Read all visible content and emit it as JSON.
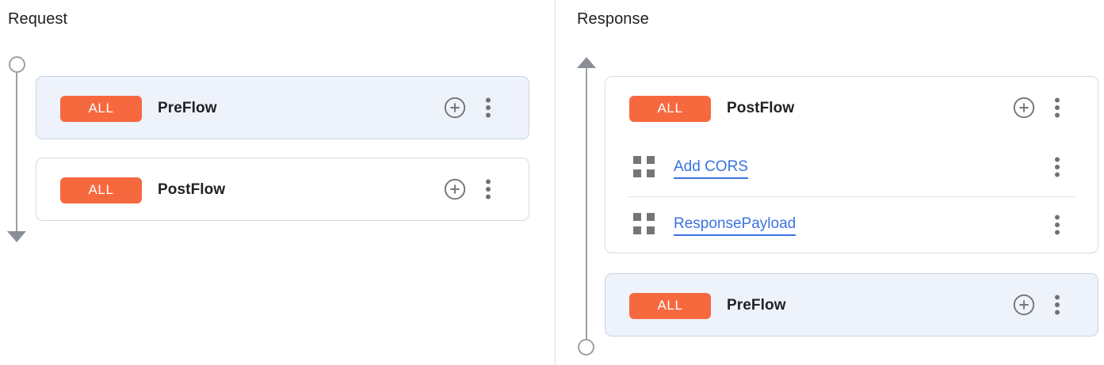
{
  "request": {
    "title": "Request",
    "cards": [
      {
        "badge": "ALL",
        "label": "PreFlow",
        "highlighted": true
      },
      {
        "badge": "ALL",
        "label": "PostFlow",
        "highlighted": false
      }
    ]
  },
  "response": {
    "title": "Response",
    "cards": [
      {
        "badge": "ALL",
        "label": "PostFlow",
        "highlighted": false,
        "policies": [
          {
            "name": "Add CORS"
          },
          {
            "name": "ResponsePayload"
          }
        ]
      },
      {
        "badge": "ALL",
        "label": "PreFlow",
        "highlighted": true
      }
    ]
  },
  "icons": {
    "add_step": "add-circle-icon",
    "menu": "more-vert-icon",
    "policy": "policy-grid-icon",
    "timeline_start": "circle-node",
    "timeline_end": "arrow-head"
  },
  "colors": {
    "badge_orange": "#f6693f",
    "highlight_card_bg": "#eef2fb",
    "link_blue": "#3b72e0",
    "card_border": "#d7dadd",
    "timeline_gray": "#9aa0a6",
    "text_dark": "#202124"
  }
}
